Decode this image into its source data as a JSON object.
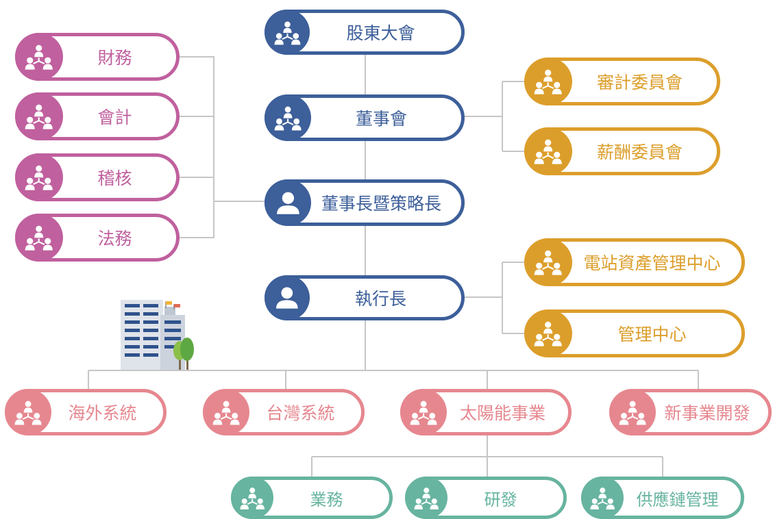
{
  "colors": {
    "navy": "#3d5f9a",
    "magenta": "#c0609e",
    "gold": "#dc9e2b",
    "pink": "#e6878f",
    "teal": "#67b4a0",
    "line": "#c6c6c6"
  },
  "nodes": {
    "shareholders": {
      "label": "股東大會",
      "icon": "group-icon"
    },
    "board": {
      "label": "董事會",
      "icon": "group-icon"
    },
    "chairman": {
      "label": "董事長暨策略長",
      "icon": "person-icon"
    },
    "ceo": {
      "label": "執行長",
      "icon": "person-icon"
    },
    "finance": {
      "label": "財務",
      "icon": "group-icon"
    },
    "accounting": {
      "label": "會計",
      "icon": "group-icon"
    },
    "audit": {
      "label": "稽核",
      "icon": "group-icon"
    },
    "legal": {
      "label": "法務",
      "icon": "group-icon"
    },
    "audit_committee": {
      "label": "審計委員會",
      "icon": "group-icon"
    },
    "remuneration_committee": {
      "label": "薪酬委員會",
      "icon": "group-icon"
    },
    "power_plant_center": {
      "label": "電站資產管理中心",
      "icon": "group-icon"
    },
    "management_center": {
      "label": "管理中心",
      "icon": "group-icon"
    },
    "overseas_systems": {
      "label": "海外系統",
      "icon": "group-icon"
    },
    "taiwan_systems": {
      "label": "台灣系統",
      "icon": "group-icon"
    },
    "solar_business": {
      "label": "太陽能事業",
      "icon": "group-icon"
    },
    "new_business": {
      "label": "新事業開發",
      "icon": "group-icon"
    },
    "sales": {
      "label": "業務",
      "icon": "group-icon"
    },
    "rnd": {
      "label": "研發",
      "icon": "group-icon"
    },
    "supply_chain": {
      "label": "供應鏈管理",
      "icon": "group-icon"
    }
  },
  "decoration": {
    "icon": "office-building-icon"
  }
}
